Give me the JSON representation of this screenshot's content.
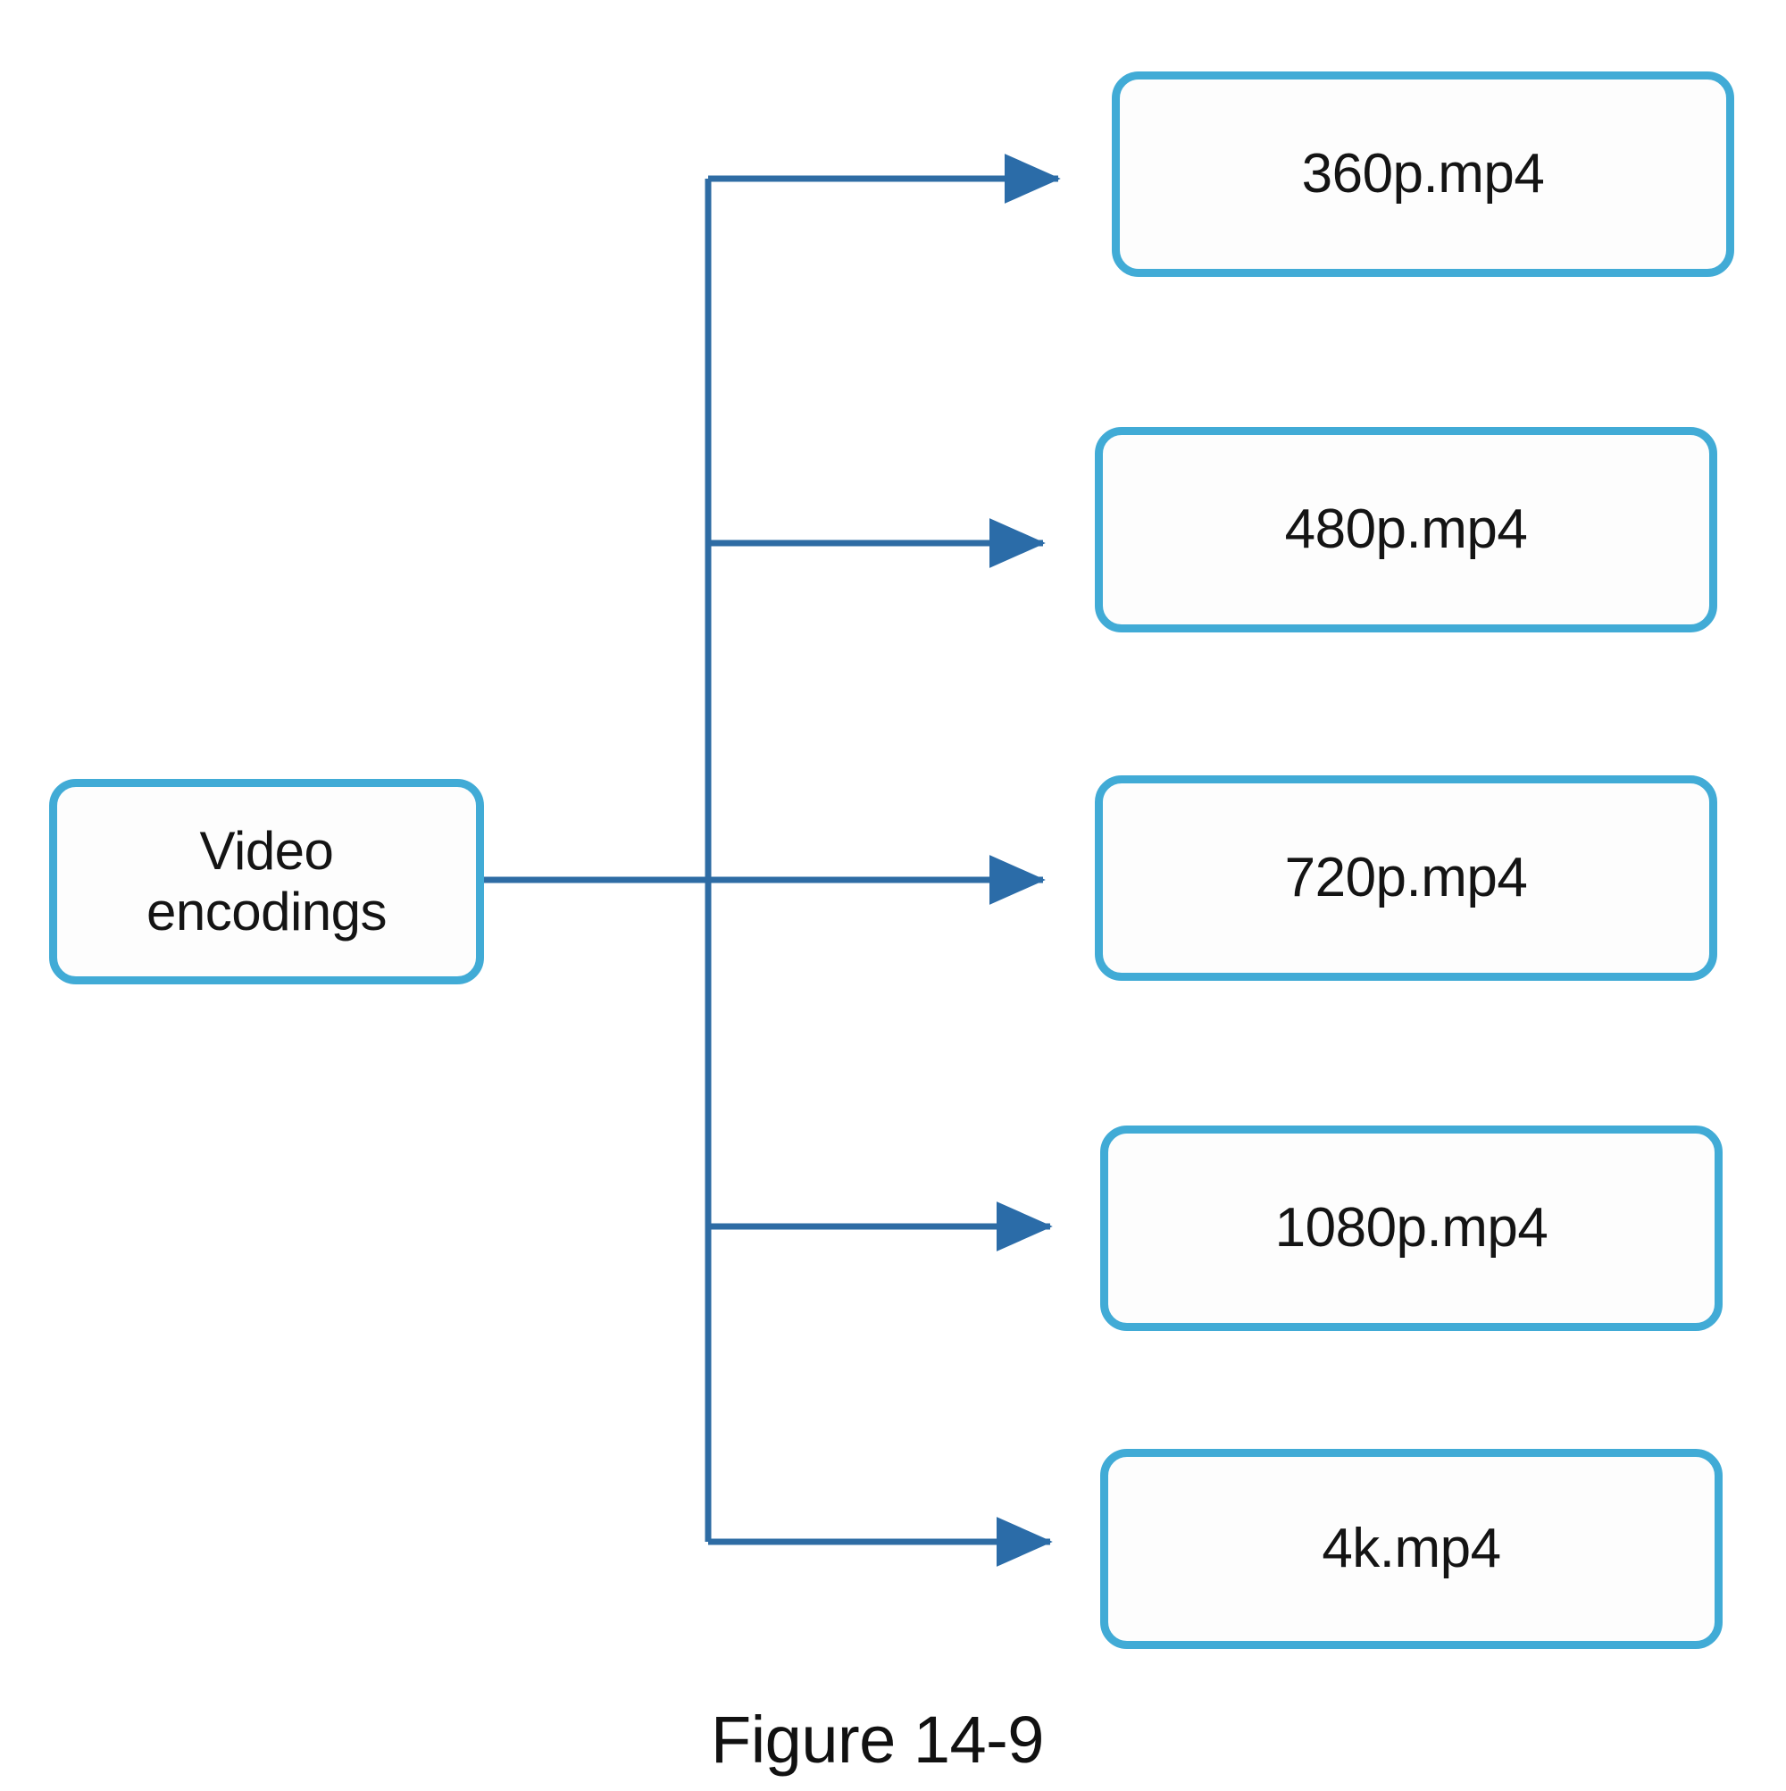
{
  "figure": {
    "caption": "Figure 14-9",
    "background_color": "#ffffff"
  },
  "colors": {
    "node_border": "#41abd6",
    "node_fill": "#fdfdfd",
    "connector_line": "#2e6ca4",
    "arrowhead": "#2b6ca8",
    "text": "#141414"
  },
  "diagram": {
    "type": "flowchart",
    "source": {
      "id": "video-encodings",
      "label": "Video\nencodings"
    },
    "targets": [
      {
        "id": "360p",
        "label": "360p.mp4"
      },
      {
        "id": "480p",
        "label": "480p.mp4"
      },
      {
        "id": "720p",
        "label": "720p.mp4"
      },
      {
        "id": "1080p",
        "label": "1080p.mp4"
      },
      {
        "id": "4k",
        "label": "4k.mp4"
      }
    ],
    "edges": [
      {
        "from": "video-encodings",
        "to": "360p"
      },
      {
        "from": "video-encodings",
        "to": "480p"
      },
      {
        "from": "video-encodings",
        "to": "720p"
      },
      {
        "from": "video-encodings",
        "to": "1080p"
      },
      {
        "from": "video-encodings",
        "to": "4k"
      }
    ]
  }
}
